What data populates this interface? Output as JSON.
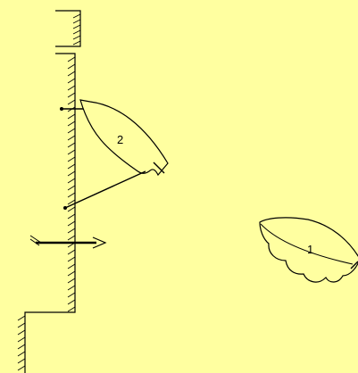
{
  "colors": {
    "background": "#FFFFA0",
    "ink": "#000000"
  },
  "boats": [
    {
      "id": "boat-1",
      "label": "1"
    },
    {
      "id": "boat-2",
      "label": "2"
    }
  ]
}
